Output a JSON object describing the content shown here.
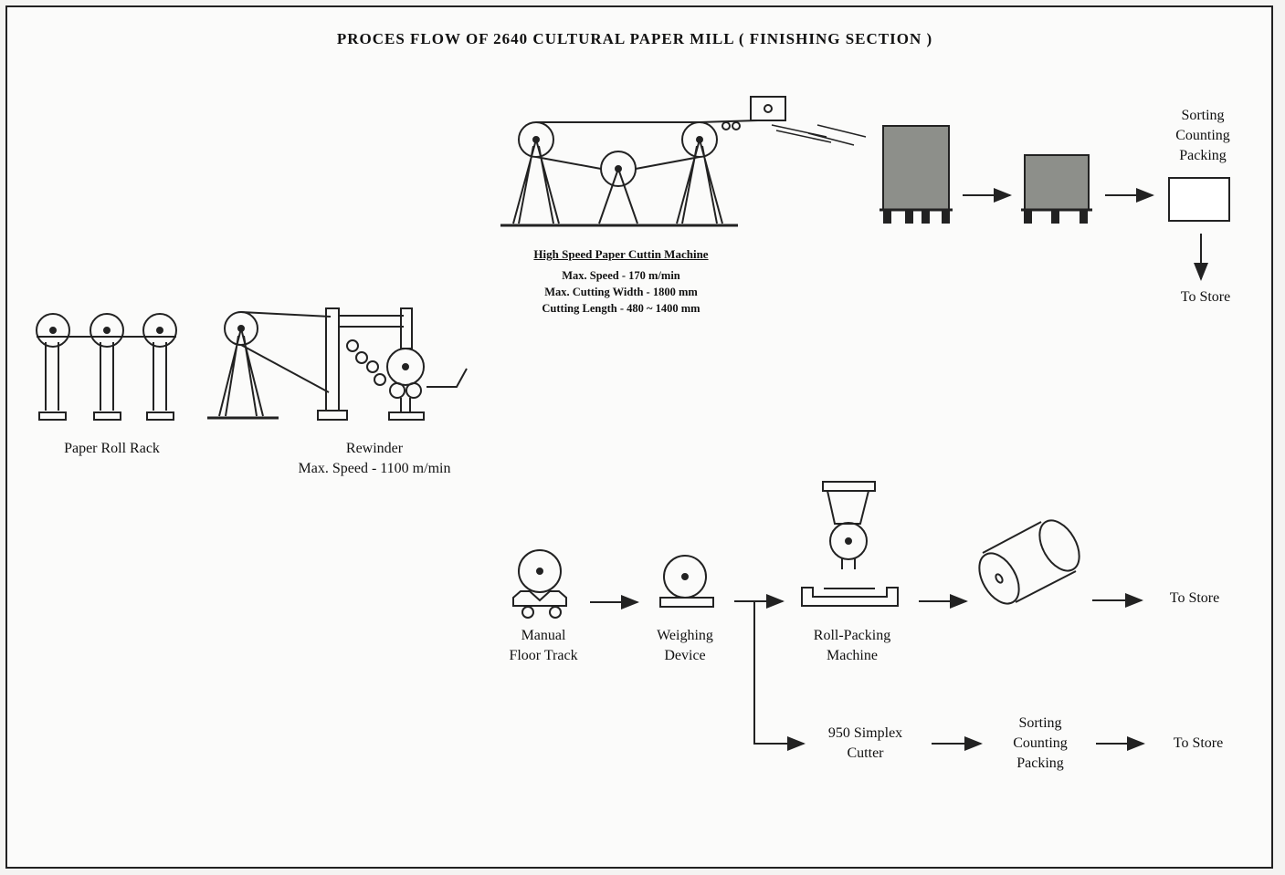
{
  "title": "PROCES FLOW OF 2640 CULTURAL PAPER MILL ( FINISHING SECTION )",
  "cutting_machine": {
    "name": "High Speed Paper Cuttin Machine",
    "spec1": "Max. Speed - 170 m/min",
    "spec2": "Max. Cutting Width - 1800 mm",
    "spec3": "Cutting Length - 480 ~ 1400 mm"
  },
  "sorting_top": {
    "line1": "Sorting",
    "line2": "Counting",
    "line3": "Packing"
  },
  "to_store_top": "To Store",
  "paper_roll_rack": "Paper Roll Rack",
  "rewinder": {
    "name": "Rewinder",
    "spec": "Max. Speed - 1100 m/min"
  },
  "manual_floor_track": {
    "line1": "Manual",
    "line2": "Floor Track"
  },
  "weighing_device": {
    "line1": "Weighing",
    "line2": "Device"
  },
  "roll_packing": {
    "line1": "Roll-Packing",
    "line2": "Machine"
  },
  "to_store_mid": "To Store",
  "simplex_cutter": {
    "line1": "950 Simplex",
    "line2": "Cutter"
  },
  "sorting_bottom": {
    "line1": "Sorting",
    "line2": "Counting",
    "line3": "Packing"
  },
  "to_store_bottom": "To Store",
  "colors": {
    "line": "#222222",
    "box_fill": "#8d8f8a",
    "paper": "#fbfbfa"
  }
}
